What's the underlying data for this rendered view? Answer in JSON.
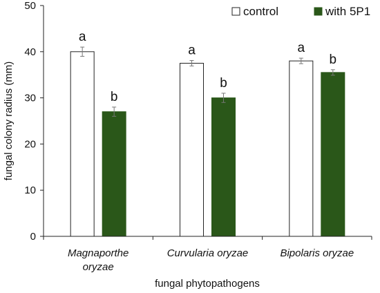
{
  "chart_data": {
    "type": "bar",
    "categories": [
      [
        "Magnaporthe",
        "oryzae"
      ],
      [
        "Curvularia oryzae"
      ],
      [
        "Bipolaris oryzae"
      ]
    ],
    "series": [
      {
        "name": "control",
        "values": [
          40,
          37.5,
          38
        ],
        "errors": [
          1,
          0.6,
          0.6
        ],
        "labels": [
          "a",
          "a",
          "a"
        ],
        "color": "#ffffff",
        "stroke": "#222222"
      },
      {
        "name": "with 5P1",
        "values": [
          27,
          30,
          35.5
        ],
        "errors": [
          1,
          1,
          0.6
        ],
        "labels": [
          "b",
          "b",
          "b"
        ],
        "color": "#2a5719",
        "stroke": "#2a5719"
      }
    ],
    "xlabel": "fungal phytopathogens",
    "ylabel": "fungal colony radius (mm)",
    "ylim": [
      0,
      50
    ],
    "yticks": [
      0,
      10,
      20,
      30,
      40,
      50
    ],
    "legend_position": "top-right",
    "grid": false
  }
}
